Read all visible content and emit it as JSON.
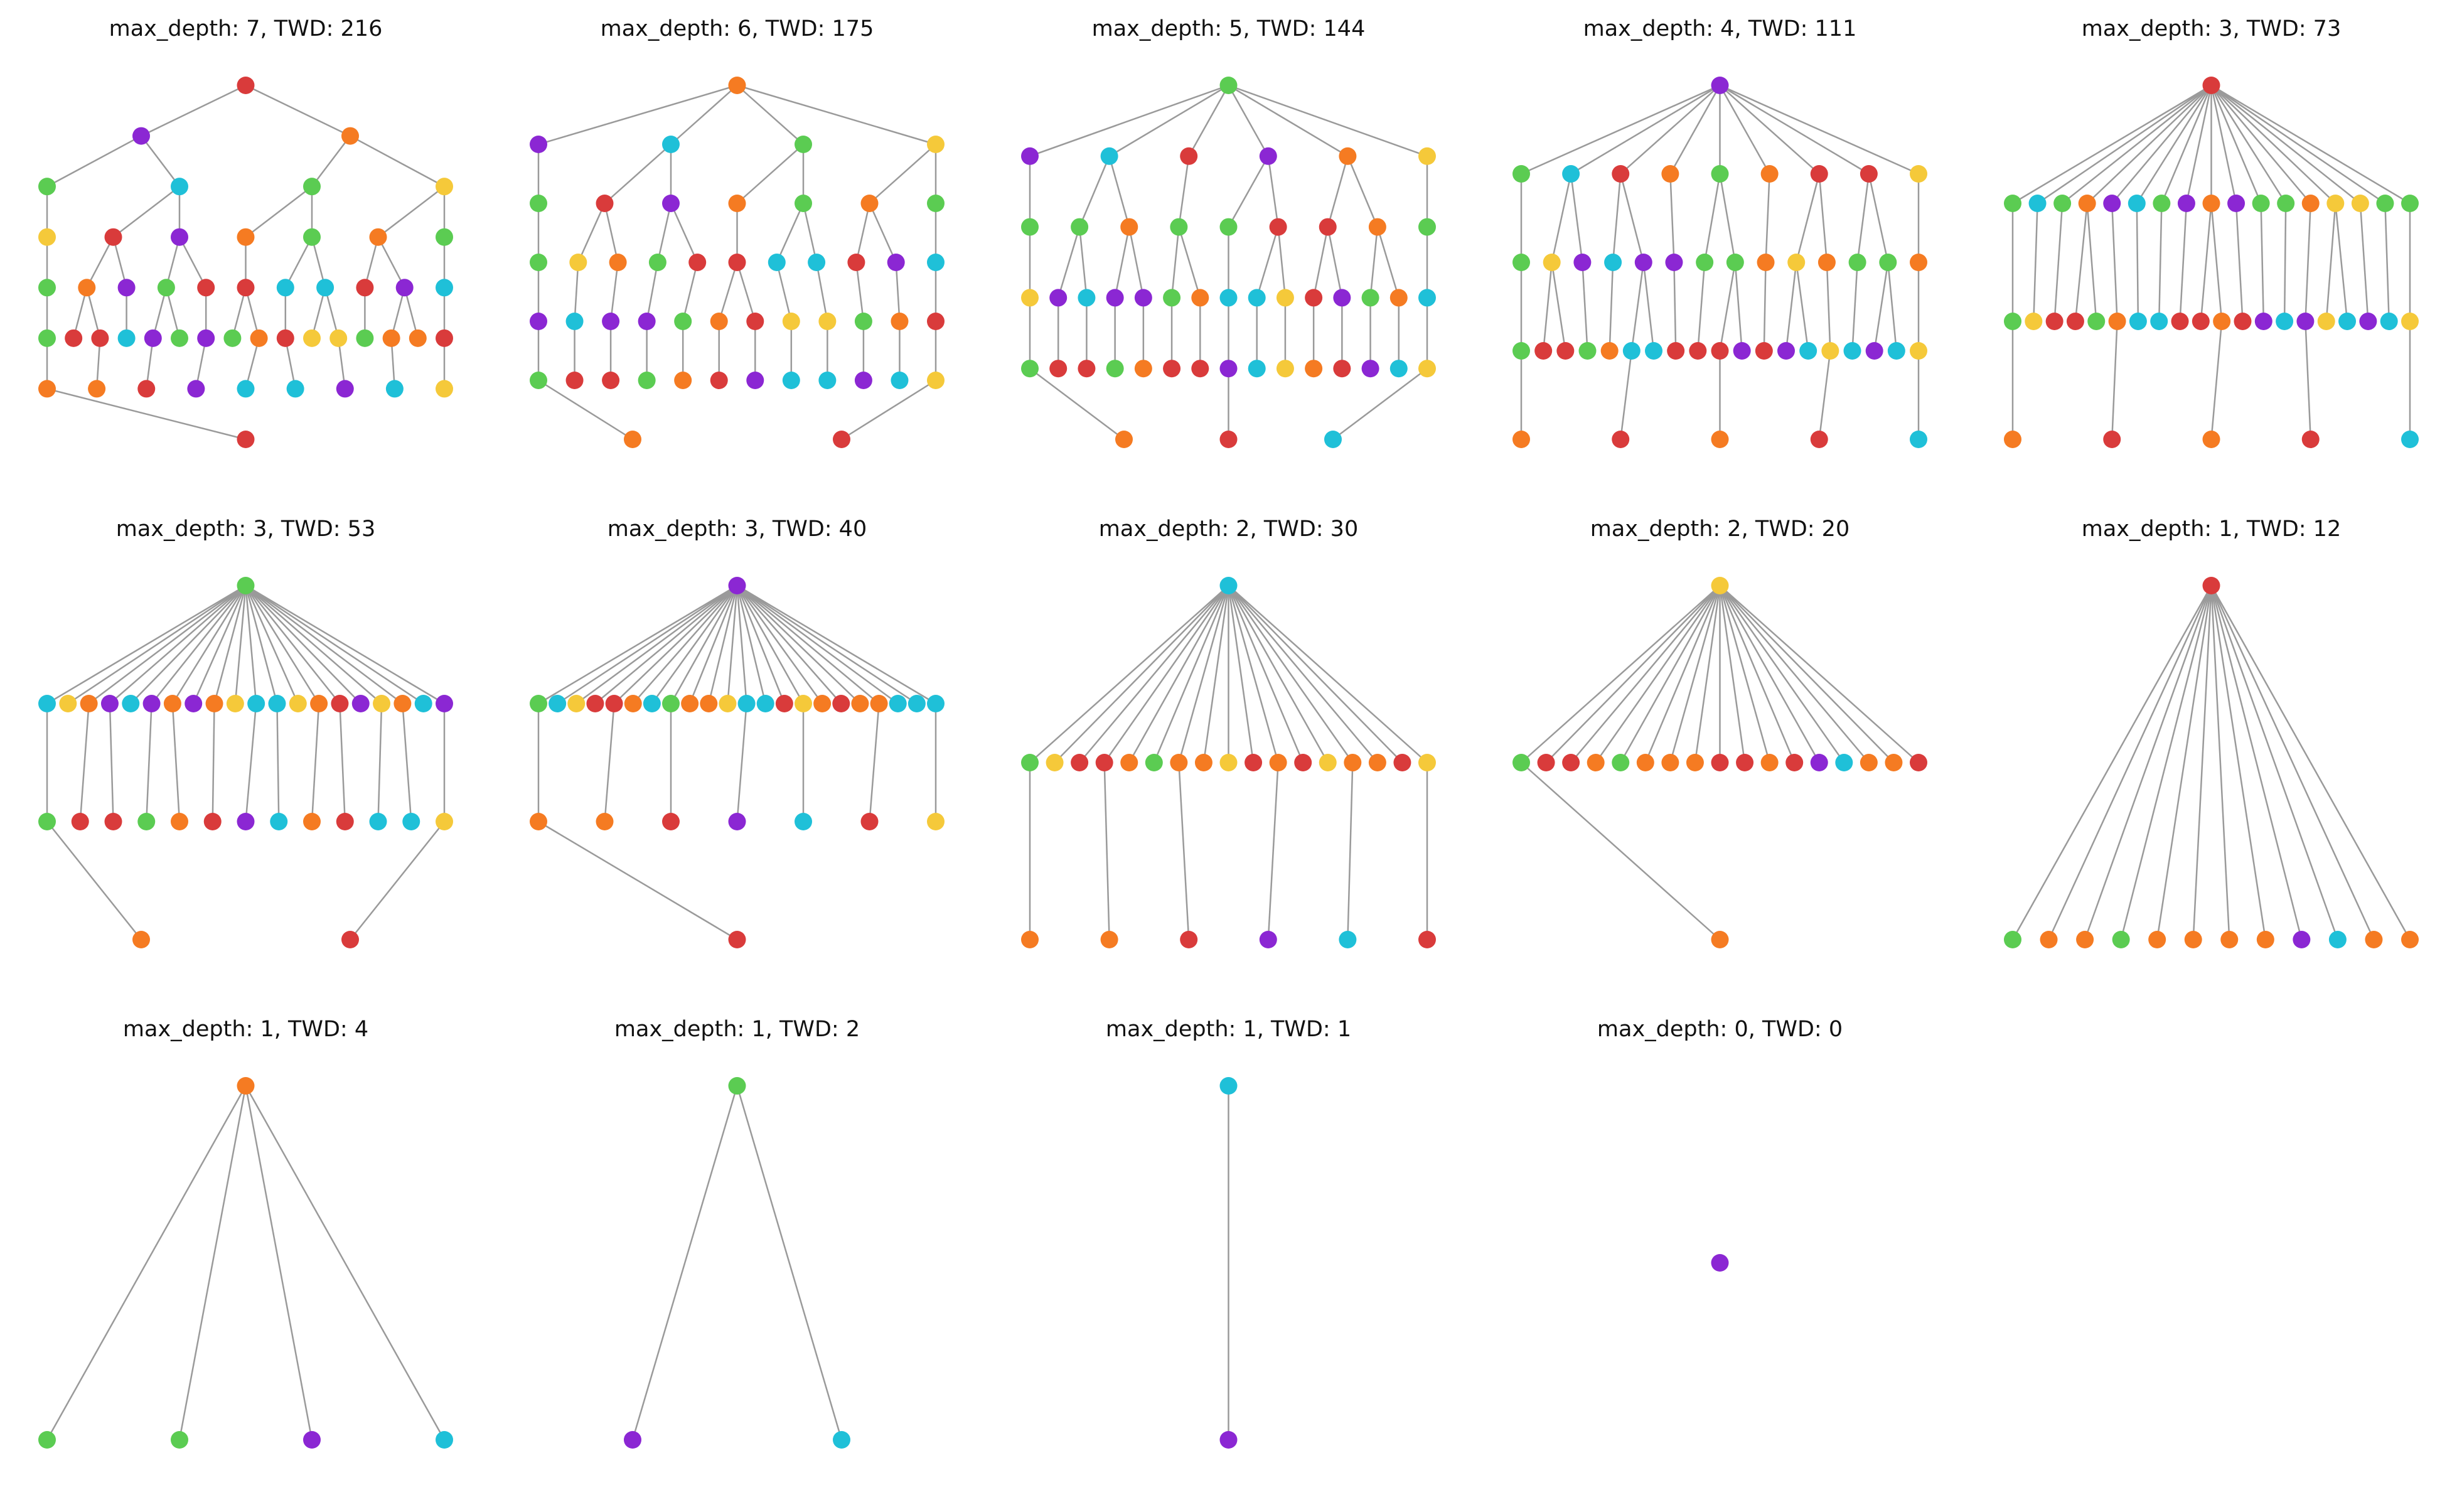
{
  "colors": {
    "red": "#d93b3b",
    "orange": "#f57b22",
    "yellow": "#f5c93a",
    "green": "#5bcc52",
    "cyan": "#1fc0d8",
    "purple": "#8b27d3",
    "edge": "#9a9a9a"
  },
  "panels": [
    {
      "title": "max_depth: 7, TWD: 216",
      "levels": [
        [
          "red"
        ],
        [
          "purple",
          "orange"
        ],
        [
          "green",
          "cyan",
          "green",
          "yellow"
        ],
        [
          "yellow",
          "red",
          "purple",
          "orange",
          "green",
          "orange",
          "green"
        ],
        [
          "green",
          "orange",
          "purple",
          "green",
          "red",
          "red",
          "cyan",
          "cyan",
          "red",
          "purple",
          "cyan"
        ],
        [
          "green",
          "red",
          "red",
          "cyan",
          "purple",
          "green",
          "purple",
          "green",
          "orange",
          "red",
          "yellow",
          "yellow",
          "green",
          "orange",
          "orange",
          "red"
        ],
        [
          "orange",
          "orange",
          "red",
          "purple",
          "cyan",
          "cyan",
          "purple",
          "cyan",
          "yellow"
        ],
        [
          "red"
        ]
      ]
    },
    {
      "title": "max_depth: 6, TWD: 175",
      "levels": [
        [
          "orange"
        ],
        [
          "purple",
          "cyan",
          "green",
          "yellow"
        ],
        [
          "green",
          "red",
          "purple",
          "orange",
          "green",
          "orange",
          "green"
        ],
        [
          "green",
          "yellow",
          "orange",
          "green",
          "red",
          "red",
          "cyan",
          "cyan",
          "red",
          "purple",
          "cyan"
        ],
        [
          "purple",
          "cyan",
          "purple",
          "purple",
          "green",
          "orange",
          "red",
          "yellow",
          "yellow",
          "green",
          "orange",
          "red"
        ],
        [
          "green",
          "red",
          "red",
          "green",
          "orange",
          "red",
          "purple",
          "cyan",
          "cyan",
          "purple",
          "cyan",
          "yellow"
        ],
        [
          "orange",
          "red"
        ]
      ]
    },
    {
      "title": "max_depth: 5, TWD: 144",
      "levels": [
        [
          "green"
        ],
        [
          "purple",
          "cyan",
          "red",
          "purple",
          "orange",
          "yellow"
        ],
        [
          "green",
          "green",
          "orange",
          "green",
          "green",
          "red",
          "red",
          "orange",
          "green"
        ],
        [
          "yellow",
          "purple",
          "cyan",
          "purple",
          "purple",
          "green",
          "orange",
          "cyan",
          "cyan",
          "yellow",
          "red",
          "purple",
          "green",
          "orange",
          "cyan"
        ],
        [
          "green",
          "red",
          "red",
          "green",
          "orange",
          "red",
          "red",
          "purple",
          "cyan",
          "yellow",
          "orange",
          "red",
          "purple",
          "cyan",
          "yellow"
        ],
        [
          "orange",
          "red",
          "cyan"
        ]
      ]
    },
    {
      "title": "max_depth: 4, TWD: 111",
      "levels": [
        [
          "purple"
        ],
        [
          "green",
          "cyan",
          "red",
          "orange",
          "green",
          "orange",
          "red",
          "red",
          "yellow"
        ],
        [
          "green",
          "yellow",
          "purple",
          "cyan",
          "purple",
          "purple",
          "green",
          "green",
          "orange",
          "yellow",
          "orange",
          "green",
          "green",
          "orange"
        ],
        [
          "green",
          "red",
          "red",
          "green",
          "orange",
          "cyan",
          "cyan",
          "red",
          "red",
          "red",
          "purple",
          "red",
          "purple",
          "cyan",
          "yellow",
          "cyan",
          "purple",
          "cyan",
          "yellow"
        ],
        [
          "orange",
          "red",
          "orange",
          "red",
          "cyan"
        ]
      ]
    },
    {
      "title": "max_depth: 3, TWD: 73",
      "levels": [
        [
          "red"
        ],
        [
          "green",
          "cyan",
          "green",
          "orange",
          "purple",
          "cyan",
          "green",
          "purple",
          "orange",
          "purple",
          "green",
          "green",
          "orange",
          "yellow",
          "yellow",
          "green",
          "green"
        ],
        [
          "green",
          "yellow",
          "red",
          "red",
          "green",
          "orange",
          "cyan",
          "cyan",
          "red",
          "red",
          "orange",
          "red",
          "purple",
          "cyan",
          "purple",
          "yellow",
          "cyan",
          "purple",
          "cyan",
          "yellow"
        ],
        [
          "orange",
          "red",
          "orange",
          "red",
          "cyan"
        ]
      ]
    },
    {
      "title": "max_depth: 3, TWD: 53",
      "levels": [
        [
          "green"
        ],
        [
          "cyan",
          "yellow",
          "orange",
          "purple",
          "cyan",
          "purple",
          "orange",
          "purple",
          "orange",
          "yellow",
          "cyan",
          "cyan",
          "yellow",
          "orange",
          "red",
          "purple",
          "yellow",
          "orange",
          "cyan",
          "purple"
        ],
        [
          "green",
          "red",
          "red",
          "green",
          "orange",
          "red",
          "purple",
          "cyan",
          "orange",
          "red",
          "cyan",
          "cyan",
          "yellow"
        ],
        [
          "orange",
          "red"
        ]
      ]
    },
    {
      "title": "max_depth: 3, TWD: 40",
      "levels": [
        [
          "purple"
        ],
        [
          "green",
          "cyan",
          "yellow",
          "red",
          "red",
          "orange",
          "cyan",
          "green",
          "orange",
          "orange",
          "yellow",
          "cyan",
          "cyan",
          "red",
          "yellow",
          "orange",
          "red",
          "orange",
          "orange",
          "cyan",
          "cyan",
          "cyan"
        ],
        [
          "orange",
          "orange",
          "red",
          "purple",
          "cyan",
          "red",
          "yellow"
        ],
        [
          "red"
        ]
      ]
    },
    {
      "title": "max_depth: 2, TWD: 30",
      "levels": [
        [
          "cyan"
        ],
        [
          "green",
          "yellow",
          "red",
          "red",
          "orange",
          "green",
          "orange",
          "orange",
          "yellow",
          "red",
          "orange",
          "red",
          "yellow",
          "orange",
          "orange",
          "red",
          "yellow"
        ],
        [
          "orange",
          "orange",
          "red",
          "purple",
          "cyan",
          "red"
        ]
      ]
    },
    {
      "title": "max_depth: 2, TWD: 20",
      "levels": [
        [
          "yellow"
        ],
        [
          "green",
          "red",
          "red",
          "orange",
          "green",
          "orange",
          "orange",
          "orange",
          "red",
          "red",
          "orange",
          "red",
          "purple",
          "cyan",
          "orange",
          "orange",
          "red"
        ],
        [
          "orange"
        ]
      ]
    },
    {
      "title": "max_depth: 1, TWD: 12",
      "levels": [
        [
          "red"
        ],
        [
          "green",
          "orange",
          "orange",
          "green",
          "orange",
          "orange",
          "orange",
          "orange",
          "purple",
          "cyan",
          "orange",
          "orange"
        ]
      ]
    },
    {
      "title": "max_depth: 1, TWD: 4",
      "levels": [
        [
          "orange"
        ],
        [
          "green",
          "green",
          "purple",
          "cyan"
        ]
      ]
    },
    {
      "title": "max_depth: 1, TWD: 2",
      "levels": [
        [
          "green"
        ],
        [
          "purple",
          "cyan"
        ]
      ]
    },
    {
      "title": "max_depth: 1, TWD: 1",
      "levels": [
        [
          "cyan"
        ],
        [
          "purple"
        ]
      ]
    },
    {
      "title": "max_depth: 0, TWD: 0",
      "levels": [
        [
          "purple"
        ]
      ]
    }
  ]
}
